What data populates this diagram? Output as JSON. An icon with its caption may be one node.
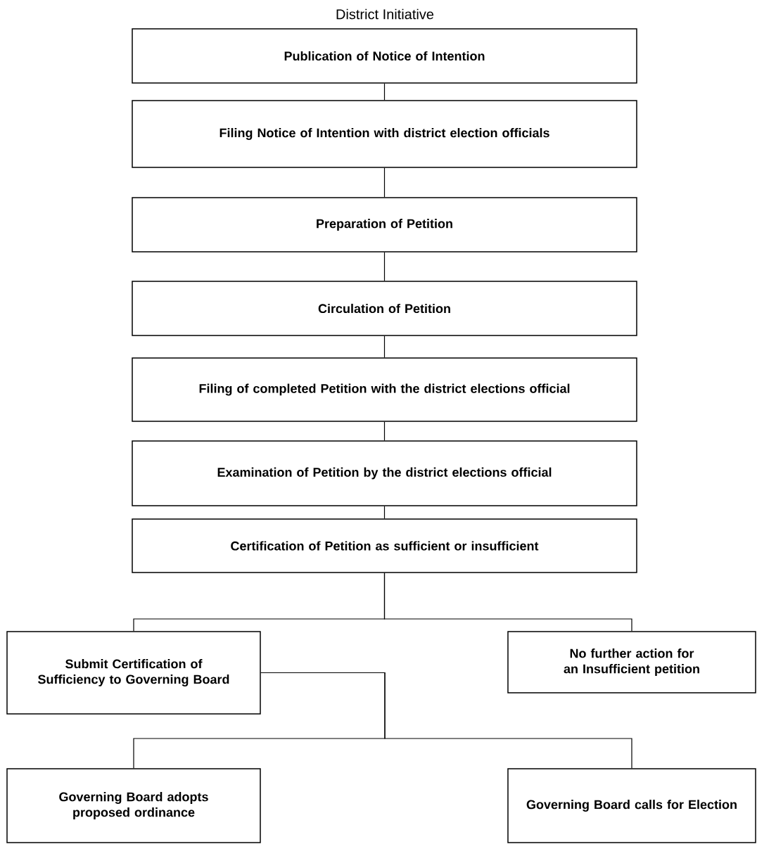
{
  "diagram": {
    "title": "District Initiative",
    "nodes": [
      {
        "text": [
          "Publication of Notice of Intention"
        ]
      },
      {
        "text": [
          "Filing Notice of Intention with district election officials"
        ]
      },
      {
        "text": [
          "Preparation of Petition"
        ]
      },
      {
        "text": [
          "Circulation of Petition"
        ]
      },
      {
        "text": [
          "Filing of completed Petition with the district elections official"
        ]
      },
      {
        "text": [
          "Examination of Petition by the district elections official"
        ]
      },
      {
        "text": [
          "Certification of Petition as sufficient or insufficient"
        ]
      },
      {
        "text": [
          "Submit Certification of Sufficiency to Governing Board"
        ]
      },
      {
        "text": [
          "No further action for an Insufficient petition"
        ]
      },
      {
        "text": [
          "Governing Board adopts proposed ordinance"
        ]
      },
      {
        "text": [
          "Governing Board calls for Election"
        ]
      }
    ],
    "edges": [
      {
        "from": 0,
        "to": 1,
        "arrow": "none"
      },
      {
        "from": 1,
        "to": 2,
        "arrow": "none"
      },
      {
        "from": 2,
        "to": 3,
        "arrow": "none"
      },
      {
        "from": 3,
        "to": 4,
        "arrow": "none"
      },
      {
        "from": 4,
        "to": 5,
        "arrow": "none"
      },
      {
        "from": 5,
        "to": 6,
        "arrow": "none"
      },
      {
        "from": 6,
        "to": 7,
        "arrow": "none"
      },
      {
        "from": 6,
        "to": 8,
        "arrow": "none"
      },
      {
        "from": 7,
        "to": 9,
        "arrow": "none"
      },
      {
        "from": 7,
        "to": 10,
        "arrow": "none"
      }
    ]
  }
}
